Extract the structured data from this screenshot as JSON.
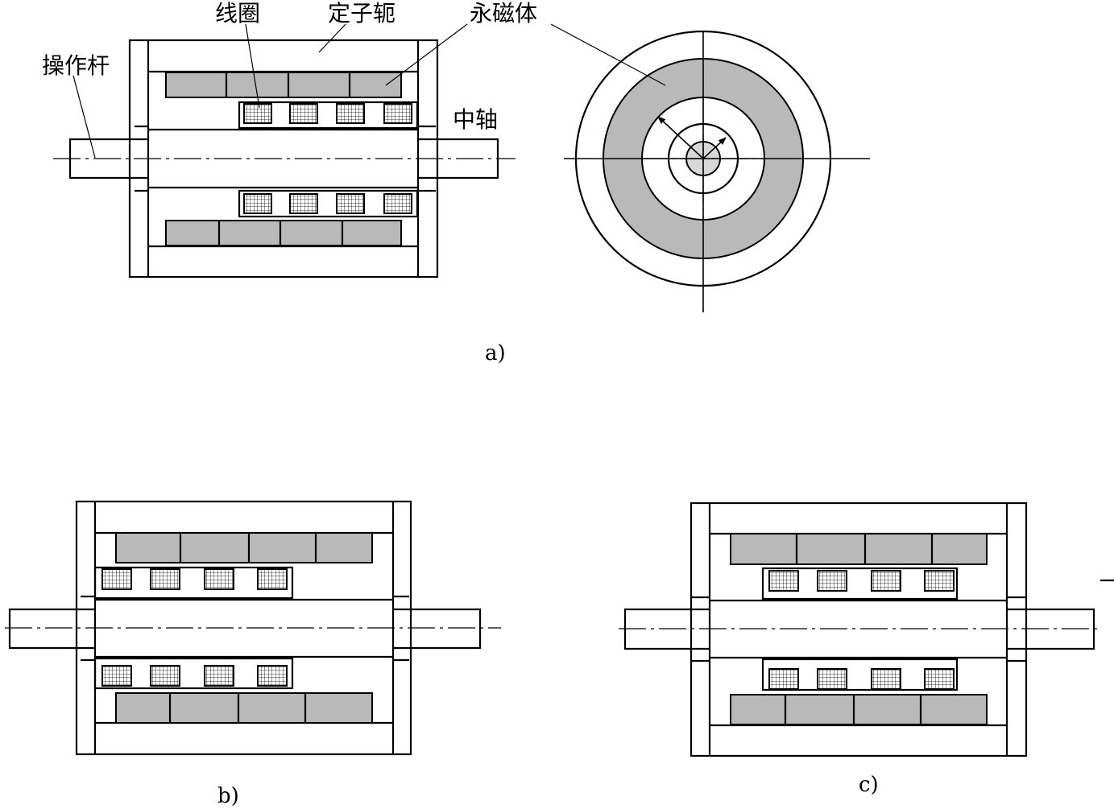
{
  "labels": {
    "coil": "线圈",
    "stator_yoke": "定子轭",
    "permanent_magnet": "永磁体",
    "operating_rod": "操作杆",
    "center_shaft": "中轴"
  },
  "captions": {
    "a": "a)",
    "b": "b)",
    "c": "c)"
  },
  "colors": {
    "magnet_fill": "#b9b9b9",
    "line": "#000000",
    "background": "#ffffff"
  }
}
